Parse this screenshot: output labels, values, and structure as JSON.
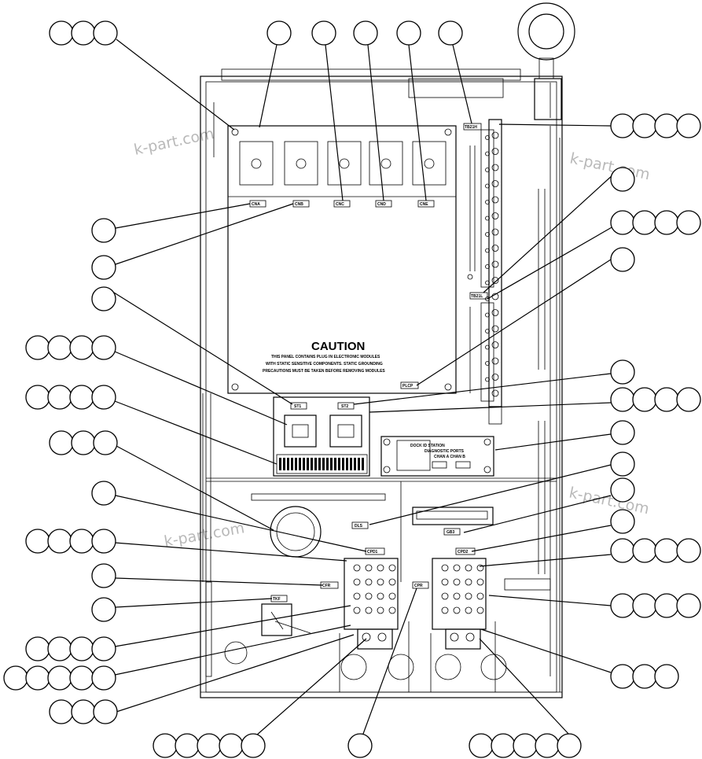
{
  "watermark": "k-part.com",
  "caution": {
    "title": "CAUTION",
    "lines": [
      "THIS PANEL CONTAINS PLUG IN ELECTRONIC MODULES",
      "WITH STATIC SENSITIVE COMPONENTS. STATIC GROUNDING",
      "PRECAUTIONS MUST BE TAKEN BEFORE REMOVING MODULES"
    ]
  },
  "labels": {
    "cna": "CNA",
    "cnb": "CNB",
    "cnc": "CNC",
    "cnd": "CND",
    "cne": "CNE",
    "tb21h": "TB21H",
    "tb21l": "TB21L",
    "plcp": "PLCP",
    "st1": "ST1",
    "st2": "ST2",
    "dls": "DLS",
    "cpd1": "CPD1",
    "cpd2": "CPD2",
    "gb3": "GB3",
    "cfr": "CFR",
    "cpr": "CPR",
    "tkf": "TKF",
    "dock_line1": "DOCK ID   STATION",
    "dock_line2": "DIAGNOSTIC PORTS",
    "dock_line3": "CHAN A   CHAN B"
  }
}
